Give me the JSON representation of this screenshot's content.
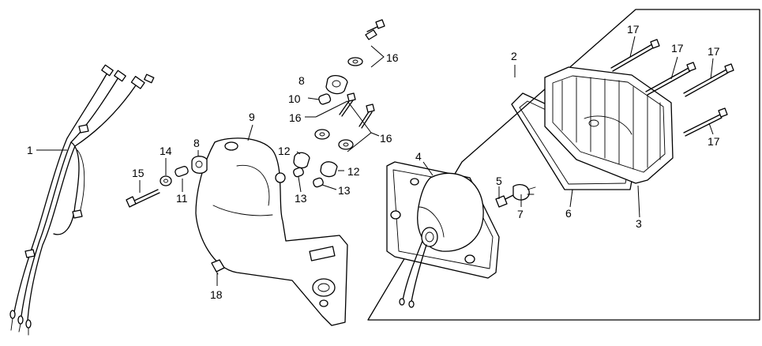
{
  "callouts": {
    "c1": "1",
    "c2": "2",
    "c3": "3",
    "c4": "4",
    "c5": "5",
    "c6": "6",
    "c7": "7",
    "c8a": "8",
    "c8b": "8",
    "c9": "9",
    "c10": "10",
    "c11": "11",
    "c12a": "12",
    "c12b": "12",
    "c13a": "13",
    "c13b": "13",
    "c14": "14",
    "c15": "15",
    "c16a": "16",
    "c16b": "16",
    "c16c": "16",
    "c17a": "17",
    "c17b": "17",
    "c17c": "17",
    "c17d": "17",
    "c18": "18"
  },
  "colors": {
    "line": "#000000",
    "background": "#ffffff"
  }
}
